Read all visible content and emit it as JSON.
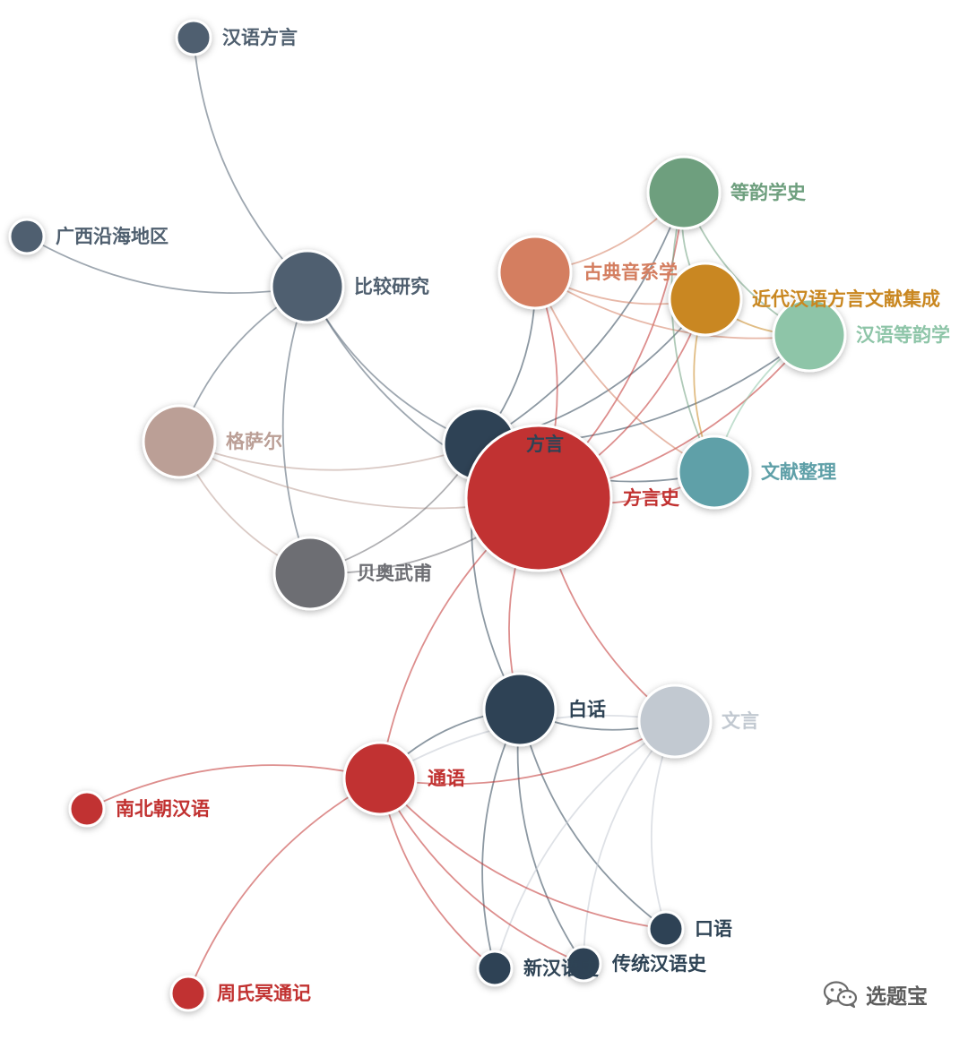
{
  "nodes": [
    {
      "id": "hanyu_fangyan",
      "label": "汉语方言",
      "color": "#4f5f6f"
    },
    {
      "id": "guangxi",
      "label": "广西沿海地区",
      "color": "#4f5f6f"
    },
    {
      "id": "bijiao",
      "label": "比较研究",
      "color": "#4f5f6f"
    },
    {
      "id": "gesaer",
      "label": "格萨尔",
      "color": "#bb9f96"
    },
    {
      "id": "beiao",
      "label": "贝奥武甫",
      "color": "#6d6e73"
    },
    {
      "id": "fangyan",
      "label": "方言",
      "color": "#2e4355"
    },
    {
      "id": "fangyanshi",
      "label": "方言史",
      "color": "#c13130"
    },
    {
      "id": "gudian",
      "label": "古典音系学",
      "color": "#d47e60"
    },
    {
      "id": "dengyunxueshi",
      "label": "等韵学史",
      "color": "#6e9f7e"
    },
    {
      "id": "jindai",
      "label": "近代汉语方言文献集成",
      "color": "#c98720"
    },
    {
      "id": "hanyudengyun",
      "label": "汉语等韵学",
      "color": "#8ec5a8"
    },
    {
      "id": "wenxian",
      "label": "文献整理",
      "color": "#5fa0a8"
    },
    {
      "id": "baihua",
      "label": "白话",
      "color": "#2e4355"
    },
    {
      "id": "wenyan",
      "label": "文言",
      "color": "#c2c9d1"
    },
    {
      "id": "tongyu",
      "label": "通语",
      "color": "#c13130"
    },
    {
      "id": "nanbeichao",
      "label": "南北朝汉语",
      "color": "#c13130"
    },
    {
      "id": "zhoushi",
      "label": "周氏冥通记",
      "color": "#c13130"
    },
    {
      "id": "kouyu",
      "label": "口语",
      "color": "#2e4355"
    },
    {
      "id": "xinhan",
      "label": "新汉语史",
      "color": "#2e4355"
    },
    {
      "id": "chuantong",
      "label": "传统汉语史",
      "color": "#2e4355"
    }
  ],
  "edges": [
    [
      "hanyu_fangyan",
      "bijiao"
    ],
    [
      "guangxi",
      "bijiao"
    ],
    [
      "bijiao",
      "gesaer"
    ],
    [
      "bijiao",
      "beiao"
    ],
    [
      "bijiao",
      "fangyan"
    ],
    [
      "bijiao",
      "fangyanshi"
    ],
    [
      "gesaer",
      "beiao"
    ],
    [
      "gesaer",
      "fangyan"
    ],
    [
      "gesaer",
      "fangyanshi"
    ],
    [
      "beiao",
      "fangyan"
    ],
    [
      "beiao",
      "fangyanshi"
    ],
    [
      "fangyan",
      "fangyanshi"
    ],
    [
      "fangyan",
      "gudian"
    ],
    [
      "fangyan",
      "dengyunxueshi"
    ],
    [
      "fangyan",
      "jindai"
    ],
    [
      "fangyan",
      "hanyudengyun"
    ],
    [
      "fangyan",
      "wenxian"
    ],
    [
      "fangyan",
      "baihua"
    ],
    [
      "fangyanshi",
      "gudian"
    ],
    [
      "fangyanshi",
      "dengyunxueshi"
    ],
    [
      "fangyanshi",
      "jindai"
    ],
    [
      "fangyanshi",
      "hanyudengyun"
    ],
    [
      "fangyanshi",
      "wenxian"
    ],
    [
      "fangyanshi",
      "baihua"
    ],
    [
      "fangyanshi",
      "wenyan"
    ],
    [
      "fangyanshi",
      "tongyu"
    ],
    [
      "gudian",
      "dengyunxueshi"
    ],
    [
      "gudian",
      "jindai"
    ],
    [
      "gudian",
      "hanyudengyun"
    ],
    [
      "gudian",
      "wenxian"
    ],
    [
      "dengyunxueshi",
      "jindai"
    ],
    [
      "dengyunxueshi",
      "hanyudengyun"
    ],
    [
      "dengyunxueshi",
      "wenxian"
    ],
    [
      "jindai",
      "hanyudengyun"
    ],
    [
      "jindai",
      "wenxian"
    ],
    [
      "hanyudengyun",
      "wenxian"
    ],
    [
      "baihua",
      "wenyan"
    ],
    [
      "baihua",
      "tongyu"
    ],
    [
      "baihua",
      "kouyu"
    ],
    [
      "baihua",
      "xinhan"
    ],
    [
      "baihua",
      "chuantong"
    ],
    [
      "wenyan",
      "tongyu"
    ],
    [
      "wenyan",
      "kouyu"
    ],
    [
      "wenyan",
      "xinhan"
    ],
    [
      "wenyan",
      "chuantong"
    ],
    [
      "tongyu",
      "nanbeichao"
    ],
    [
      "tongyu",
      "zhoushi"
    ],
    [
      "tongyu",
      "kouyu"
    ],
    [
      "tongyu",
      "xinhan"
    ],
    [
      "tongyu",
      "chuantong"
    ],
    [
      "tongyu",
      "wenyan"
    ]
  ],
  "watermark": {
    "text": "选题宝",
    "icon": "wechat-icon"
  }
}
